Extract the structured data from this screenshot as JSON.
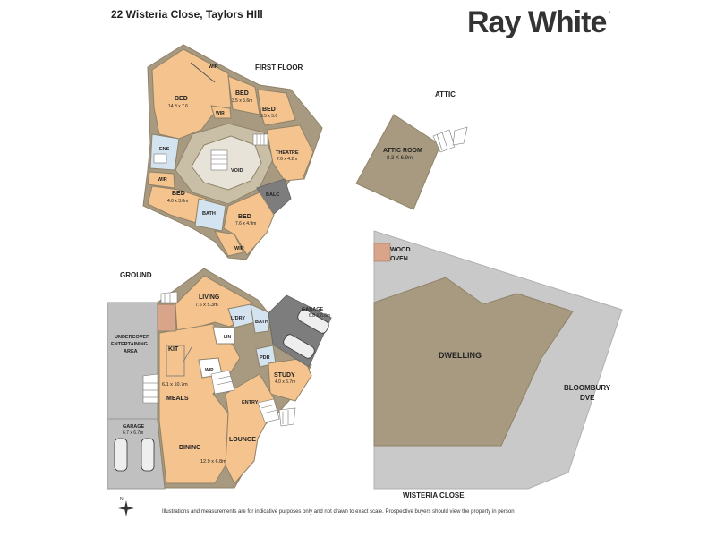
{
  "address": "22 Wisteria Close, Taylors HIll",
  "brand": {
    "name": "Ray White",
    "mark": "."
  },
  "disclaimer": "Illustrations and measurements are for indicative purposes only and not drawn to exact scale. Prospective buyers should view the property in person",
  "colors": {
    "wall": "#a89a80",
    "room": "#f4c38e",
    "wet": "#d3e3f0",
    "grey": "#c0c0c0",
    "dark": "#7d7d7d",
    "oven": "#d9a58a",
    "void": "#e8e3d8"
  },
  "first_floor": {
    "heading": "FIRST FLOOR",
    "rooms": {
      "bed1": {
        "name": "BED",
        "size": "14.8 x 7.6"
      },
      "wir1": {
        "name": "WIR"
      },
      "bed2": {
        "name": "BED",
        "size": "3.5 x 5.6m"
      },
      "bed3": {
        "name": "BED",
        "size": "3.5 x 5.6"
      },
      "wir2": {
        "name": "WIR"
      },
      "ens": {
        "name": "ENS"
      },
      "void": {
        "name": "VOID"
      },
      "theatre": {
        "name": "THEATRE",
        "size": "7.6 x 4.2m"
      },
      "wir3": {
        "name": "WIR"
      },
      "bed4": {
        "name": "BED",
        "size": "4.0 x 3.8m"
      },
      "bath": {
        "name": "BATH"
      },
      "balc": {
        "name": "BALC"
      },
      "bed5": {
        "name": "BED",
        "size": "7.6 x 4.9m"
      },
      "wir4": {
        "name": "WIR"
      }
    }
  },
  "attic": {
    "heading": "ATTIC",
    "room": {
      "name": "ATTIC ROOM",
      "size": "8.3 X 6.9m"
    }
  },
  "ground": {
    "heading": "GROUND",
    "rooms": {
      "living": {
        "name": "LIVING",
        "size": "7.6 x 5.3m"
      },
      "ldry": {
        "name": "L'DRY"
      },
      "bath": {
        "name": "BATH"
      },
      "garage_top": {
        "name": "GARAGE",
        "size": "6.8 X 6.8m"
      },
      "undercover": {
        "name": "UNDERCOVER",
        "name2": "ENTERTAINING",
        "name3": "AREA"
      },
      "kit": {
        "name": "KIT"
      },
      "lin": {
        "name": "LIN"
      },
      "pdr": {
        "name": "PDR"
      },
      "wip": {
        "name": "WIP"
      },
      "study": {
        "name": "STUDY",
        "size": "4.0 x 5.7m"
      },
      "kit_size": {
        "size": "6.1 x 10.7m"
      },
      "meals": {
        "name": "MEALS"
      },
      "entry": {
        "name": "ENTRY"
      },
      "garage_bottom": {
        "name": "GARAGE",
        "size": "6.7 x 6.7m"
      },
      "lounge": {
        "name": "LOUNGE"
      },
      "dining": {
        "name": "DINING"
      },
      "dining_size": {
        "size": "12.9 x 6.8m"
      }
    }
  },
  "site": {
    "oven": {
      "line1": "WOOD",
      "line2": "OVEN"
    },
    "dwelling": "DWELLING",
    "street_right": {
      "line1": "BLOOMBURY",
      "line2": "DVE"
    },
    "street_bottom": "WISTERIA CLOSE"
  },
  "compass": {
    "label": "N"
  }
}
